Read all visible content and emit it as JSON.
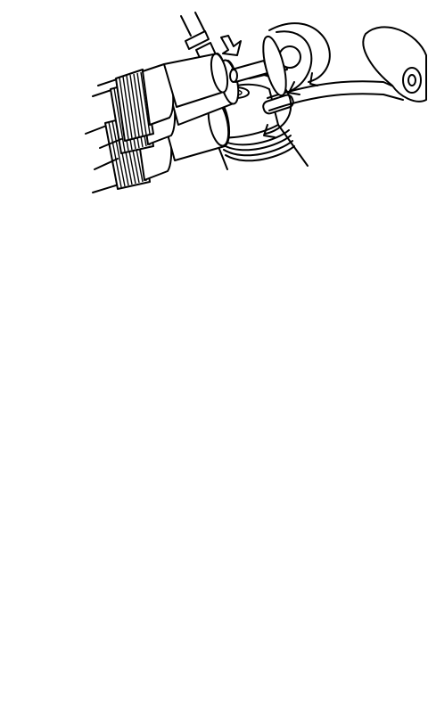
{
  "figure": {
    "panels": [
      {
        "id": "insert-nozzle",
        "action_icon": "down-arrow-icon"
      },
      {
        "id": "attach-roller",
        "action_icon": "rotate-arrow-icon"
      },
      {
        "id": "attach-ball-tip",
        "action_icon": "rotate-arrow-icon"
      },
      {
        "id": "attach-disc-tip",
        "action_icon": "rotate-arrow-icon"
      }
    ],
    "stroke_color": "#000000",
    "background": "#ffffff"
  }
}
